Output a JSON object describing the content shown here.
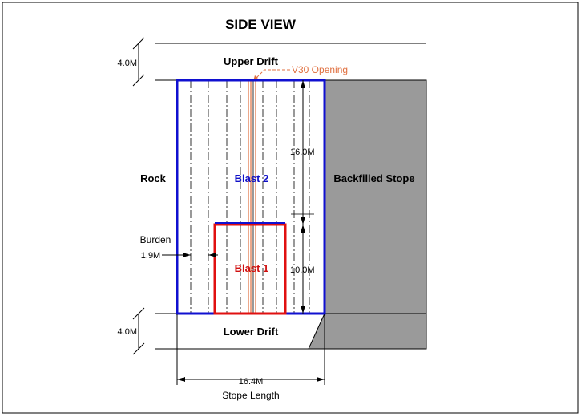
{
  "title": "SIDE VIEW",
  "labels": {
    "upper_drift": "Upper Drift",
    "lower_drift": "Lower Drift",
    "rock": "Rock",
    "backfilled_stope": "Backfilled Stope",
    "blast2": "Blast 2",
    "blast1": "Blast 1",
    "v30_opening": "V30 Opening",
    "burden": "Burden",
    "stope_length_caption": "Stope Length"
  },
  "dimensions": {
    "upper_drift_height": "4.0M",
    "lower_drift_height": "4.0M",
    "blast2_height": "16.0M",
    "blast1_height": "10.0M",
    "burden": "1.9M",
    "stope_length": "16.4M"
  },
  "colors": {
    "blast2_outline": "#1010d0",
    "blast1_outline": "#e01010",
    "v30_opening": "#e07040",
    "backfill": "#9a9a9a",
    "label_blue": "#1010c8",
    "label_red": "#d01010"
  }
}
